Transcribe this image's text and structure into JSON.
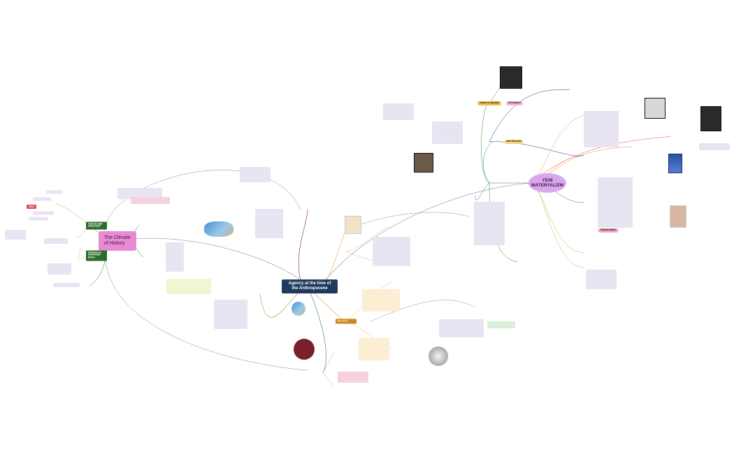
{
  "central": {
    "title": "Agency at the time of the Anthropocene"
  },
  "hub_left": {
    "title": "The Climate of History"
  },
  "hub_right": {
    "title": "YENİ MATERYALİZM"
  },
  "branches": {
    "b1": "Tarih ile ilgili tartışmalar",
    "b2": "Antroposen hakkındaki fikirler",
    "b3": "Bu 4 tezi"
  },
  "tags": {
    "t1": "Latour'un görüşü",
    "t2": "Jane Bennett",
    "t3": "Antropojen"
  },
  "notes": {
    "n1": "Vibrant Matter"
  },
  "badge": {
    "text": "VELI"
  }
}
